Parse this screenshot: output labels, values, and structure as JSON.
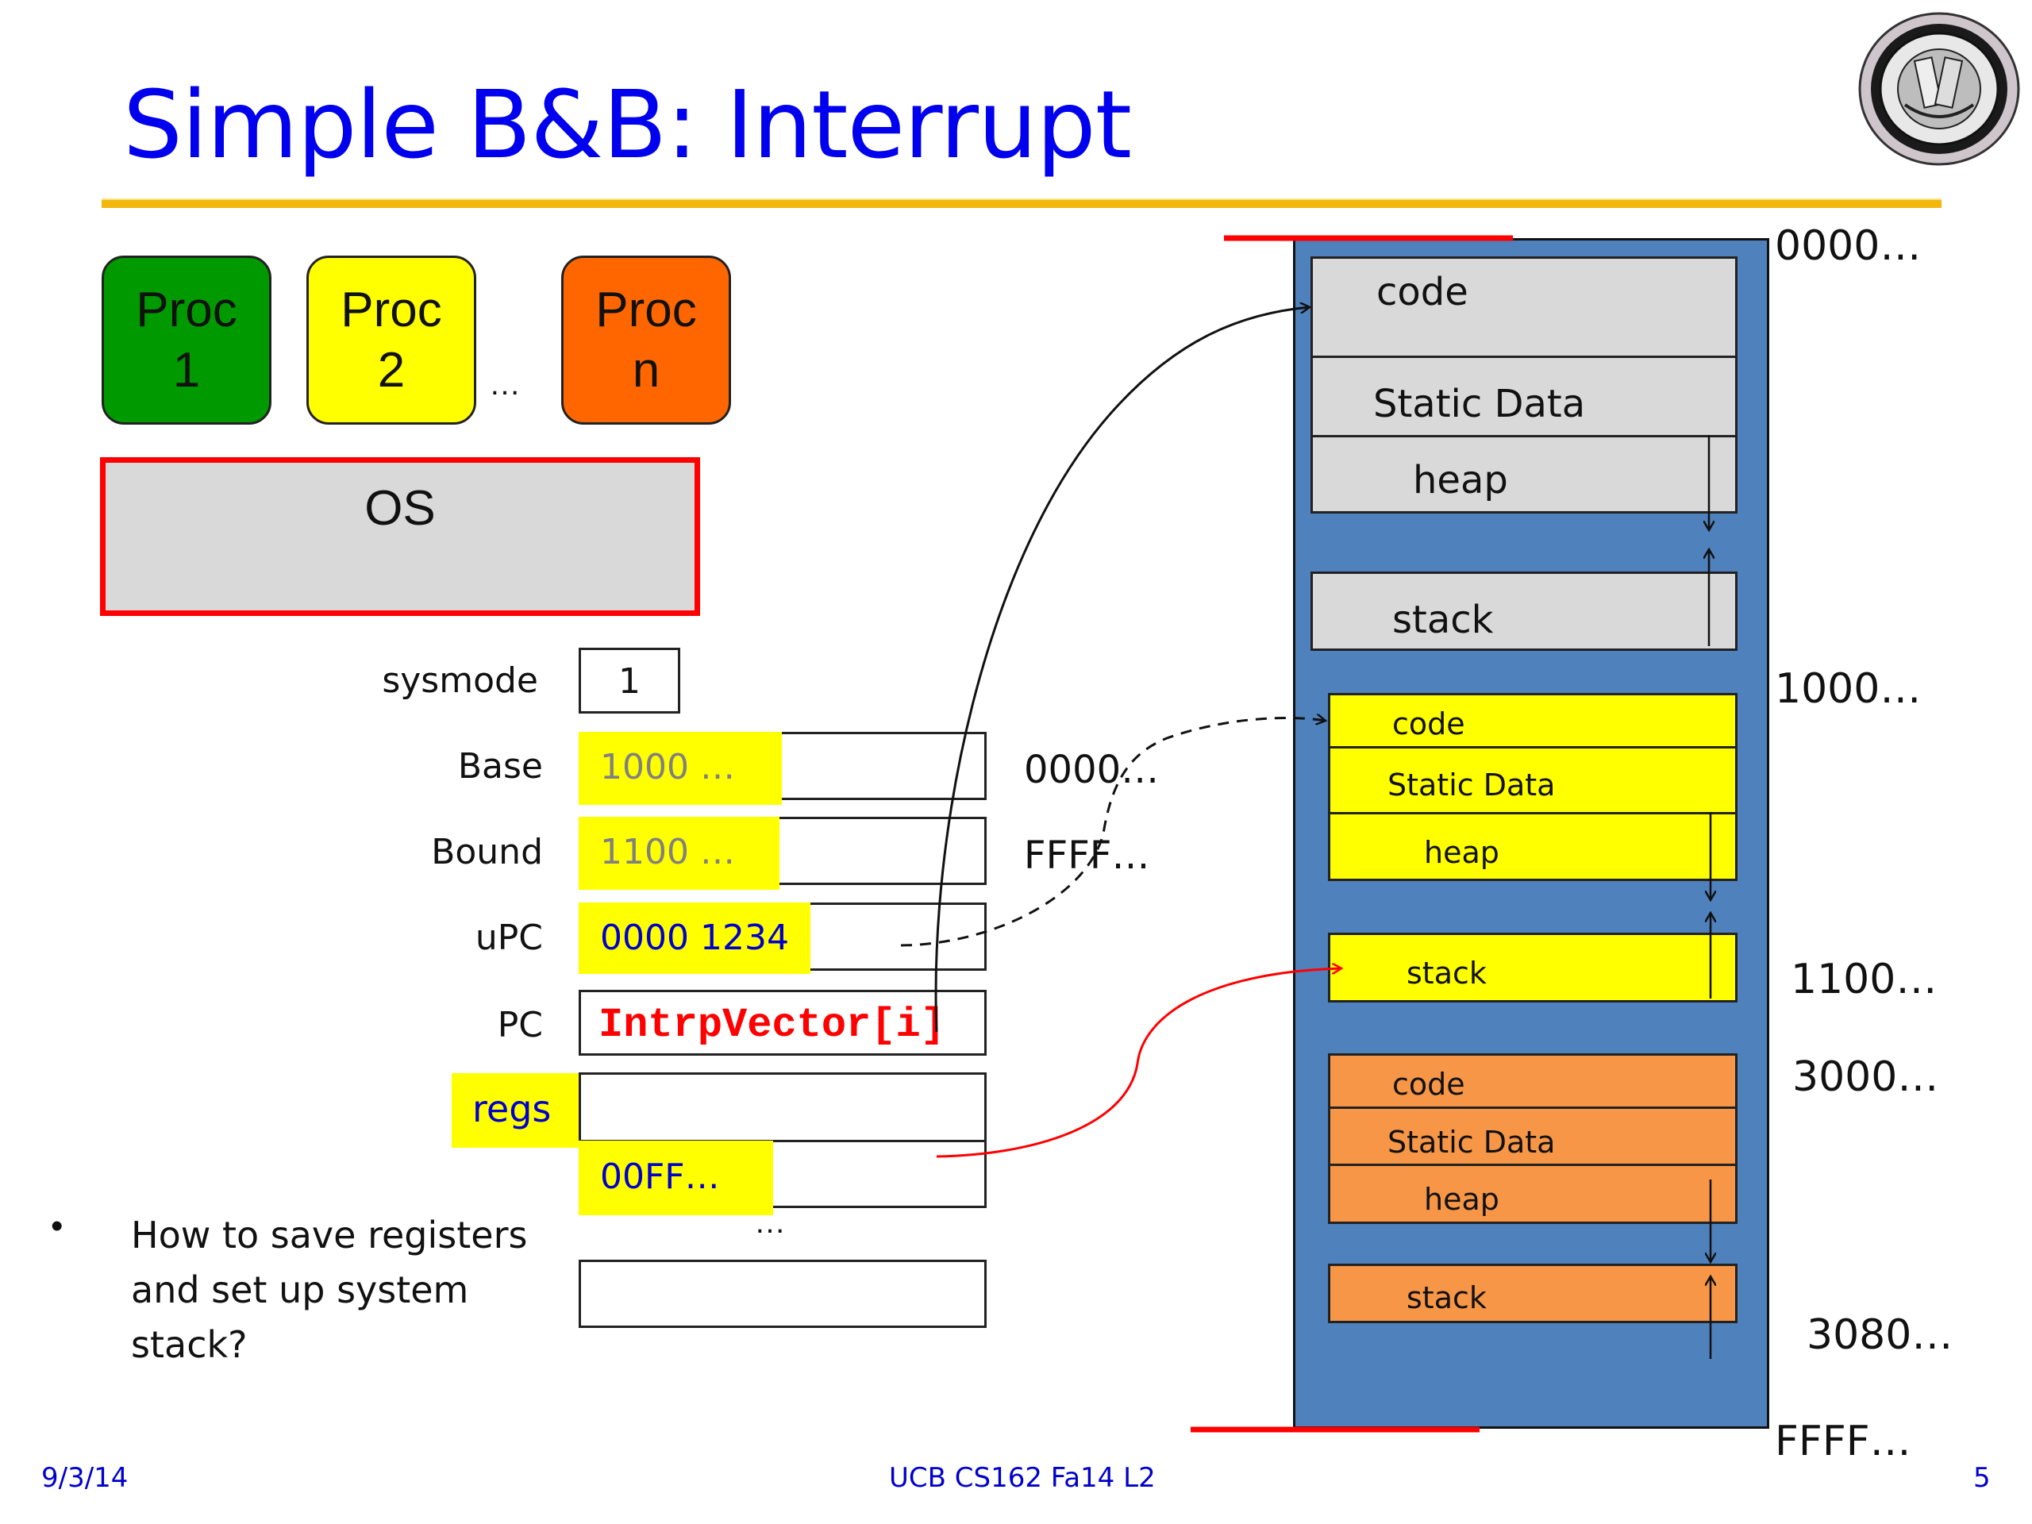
{
  "slide": {
    "title": "Simple B&B: Interrupt",
    "logo": "uc-seal-icon",
    "colors": {
      "title": "#0000ee",
      "rule": "#f2b70c",
      "memory_bg": "#4f81bd",
      "os_segment": "#d9d9d9",
      "proc1": "#009900",
      "proc2": "#ffff00",
      "procn": "#ff6600",
      "procn_segment": "#f79646",
      "highlight": "#ffff00",
      "red": "#ff0000"
    }
  },
  "processes": [
    {
      "line1": "Proc",
      "line2": "1",
      "color": "#009900"
    },
    {
      "line1": "Proc",
      "line2": "2",
      "color": "#ffff00"
    },
    {
      "line1": "Proc",
      "line2": "n",
      "color": "#ff6600"
    }
  ],
  "process_ellipsis": "…",
  "os_label": "OS",
  "registers": {
    "sysmode": {
      "label": "sysmode",
      "value": "1"
    },
    "base": {
      "label": "Base",
      "value": "1000 …",
      "side": "0000…"
    },
    "bound": {
      "label": "Bound",
      "value": "1100 …",
      "side": "FFFF…"
    },
    "upc": {
      "label": "uPC",
      "value": "0000 1234"
    },
    "pc": {
      "label": "PC",
      "value": "IntrpVector[i]"
    },
    "regs": {
      "label": "regs",
      "value": "00FF…"
    },
    "ellipsis": "…"
  },
  "question": {
    "bullet": "•",
    "text": "How to save registers and set up system stack?"
  },
  "memory": {
    "segments": [
      {
        "owner": "os",
        "label": "code"
      },
      {
        "owner": "os",
        "label": "Static Data"
      },
      {
        "owner": "os",
        "label": "heap"
      },
      {
        "owner": "os",
        "label": "stack"
      },
      {
        "owner": "proc2",
        "label": "code"
      },
      {
        "owner": "proc2",
        "label": "Static Data"
      },
      {
        "owner": "proc2",
        "label": "heap"
      },
      {
        "owner": "proc2",
        "label": "stack"
      },
      {
        "owner": "procn",
        "label": "code"
      },
      {
        "owner": "procn",
        "label": "Static Data"
      },
      {
        "owner": "procn",
        "label": "heap"
      },
      {
        "owner": "procn",
        "label": "stack"
      }
    ],
    "addresses": [
      "0000…",
      "1000…",
      "1100…",
      "3000…",
      "3080…",
      "FFFF…"
    ]
  },
  "footer": {
    "date": "9/3/14",
    "course": "UCB CS162 Fa14 L2",
    "page": "5"
  }
}
